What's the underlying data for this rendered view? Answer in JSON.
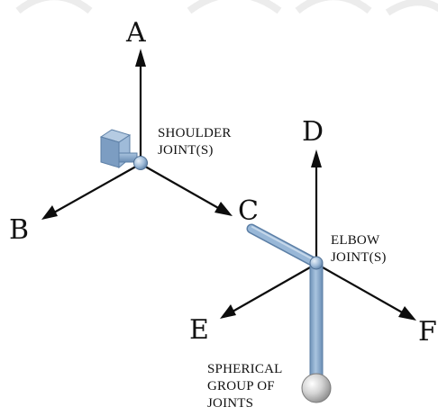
{
  "axes": {
    "a": "A",
    "b": "B",
    "c": "C",
    "d": "D",
    "e": "E",
    "f": "F"
  },
  "joints": {
    "shoulder": [
      "SHOULDER",
      "JOINT(S)"
    ],
    "elbow": [
      "ELBOW",
      "JOINT(S)"
    ],
    "spherical": [
      "SPHERICAL",
      "GROUP OF",
      "JOINTS"
    ]
  },
  "colors": {
    "link": "#8fb1d3",
    "link_dark": "#5c7fa6",
    "arrow": "#0d0d0d",
    "watermark": "#ececec"
  }
}
